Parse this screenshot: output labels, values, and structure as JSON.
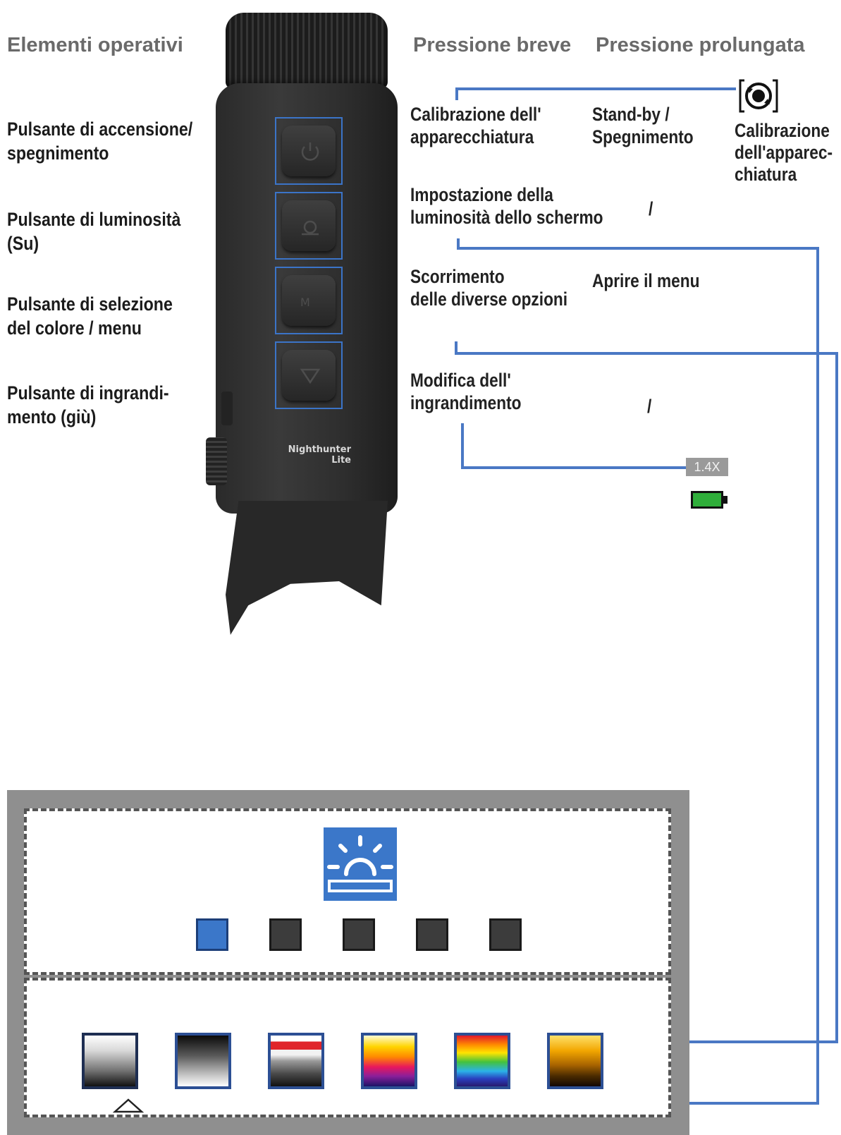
{
  "headers": {
    "controls": "Elementi operativi",
    "short_press": "Pressione breve",
    "long_press": "Pressione prolungata"
  },
  "buttons": [
    {
      "label": "Pulsante di accensione/\nspegnimento",
      "short": "Calibrazione dell'\napparecchiatura",
      "long": "Stand-by /\nSpegnimento"
    },
    {
      "label": "Pulsante di luminosità\n(Su)",
      "short": "Impostazione della\nluminosità dello schermo",
      "long": "/"
    },
    {
      "label": "Pulsante di selezione\ndel colore / menu",
      "short": "Scorrimento\ndelle diverse opzioni",
      "long": "Aprire il menu"
    },
    {
      "label": "Pulsante di ingrandi-\nmento (giù)",
      "short": "Modifica dell'\ningrandimento",
      "long": "/"
    }
  ],
  "calibration_icon_label": "Calibrazione\ndell'apparec-\nchiatura",
  "device_brand": "Nighthunter\nLite",
  "zoom_indicator": "1.4X",
  "battery_level": 1.0,
  "brightness_levels": {
    "count": 5,
    "active_index": 0
  },
  "palettes": {
    "count": 6,
    "active_index": 0
  },
  "colors": {
    "accent": "#3b77c9",
    "line": "#4a78c4",
    "panel": "#8f8f8f",
    "battery": "#2fae3a"
  },
  "icons": [
    "power-icon",
    "sun-icon",
    "menu-icon",
    "down-arrow-icon",
    "calibration-icon",
    "brightness-icon",
    "battery-icon",
    "selection-arrow-icon"
  ]
}
